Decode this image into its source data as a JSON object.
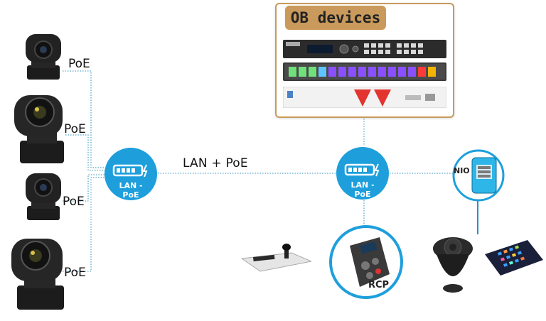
{
  "cameras": {
    "labels": [
      "PoE",
      "PoE",
      "PoE",
      "PoE"
    ]
  },
  "link": {
    "label": "LAN + PoE"
  },
  "switches": [
    {
      "label": "LAN - PoE"
    },
    {
      "label": "LAN - PoE"
    }
  ],
  "ob_devices": {
    "title": "OB devices",
    "devices": [
      "router-rack-unit",
      "button-panel-rack-unit",
      "converter-rack-unit"
    ]
  },
  "peripherals": {
    "nio_label": "NIO",
    "rcp_label": "RCP"
  },
  "colors": {
    "switch_blue": "#1e9fdc",
    "ob_border": "#c99a5b",
    "connector": "#2d8fbf"
  }
}
